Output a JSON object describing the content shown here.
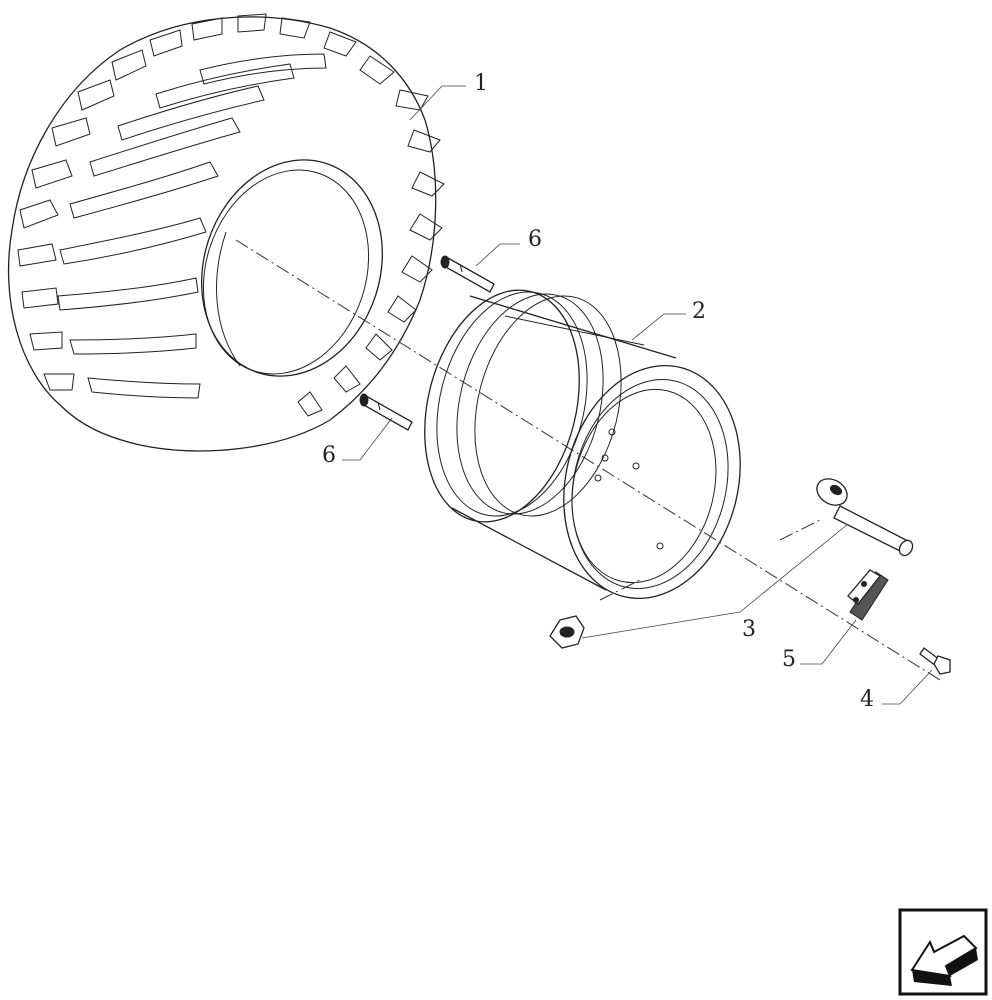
{
  "callouts": [
    {
      "id": "tire",
      "number": "1"
    },
    {
      "id": "rim",
      "number": "2"
    },
    {
      "id": "valve",
      "number": "3"
    },
    {
      "id": "bolt",
      "number": "4"
    },
    {
      "id": "clamp",
      "number": "5"
    },
    {
      "id": "pin_upper",
      "number": "6"
    },
    {
      "id": "pin_lower",
      "number": "6"
    }
  ],
  "nav_icon": "back-arrow-icon"
}
